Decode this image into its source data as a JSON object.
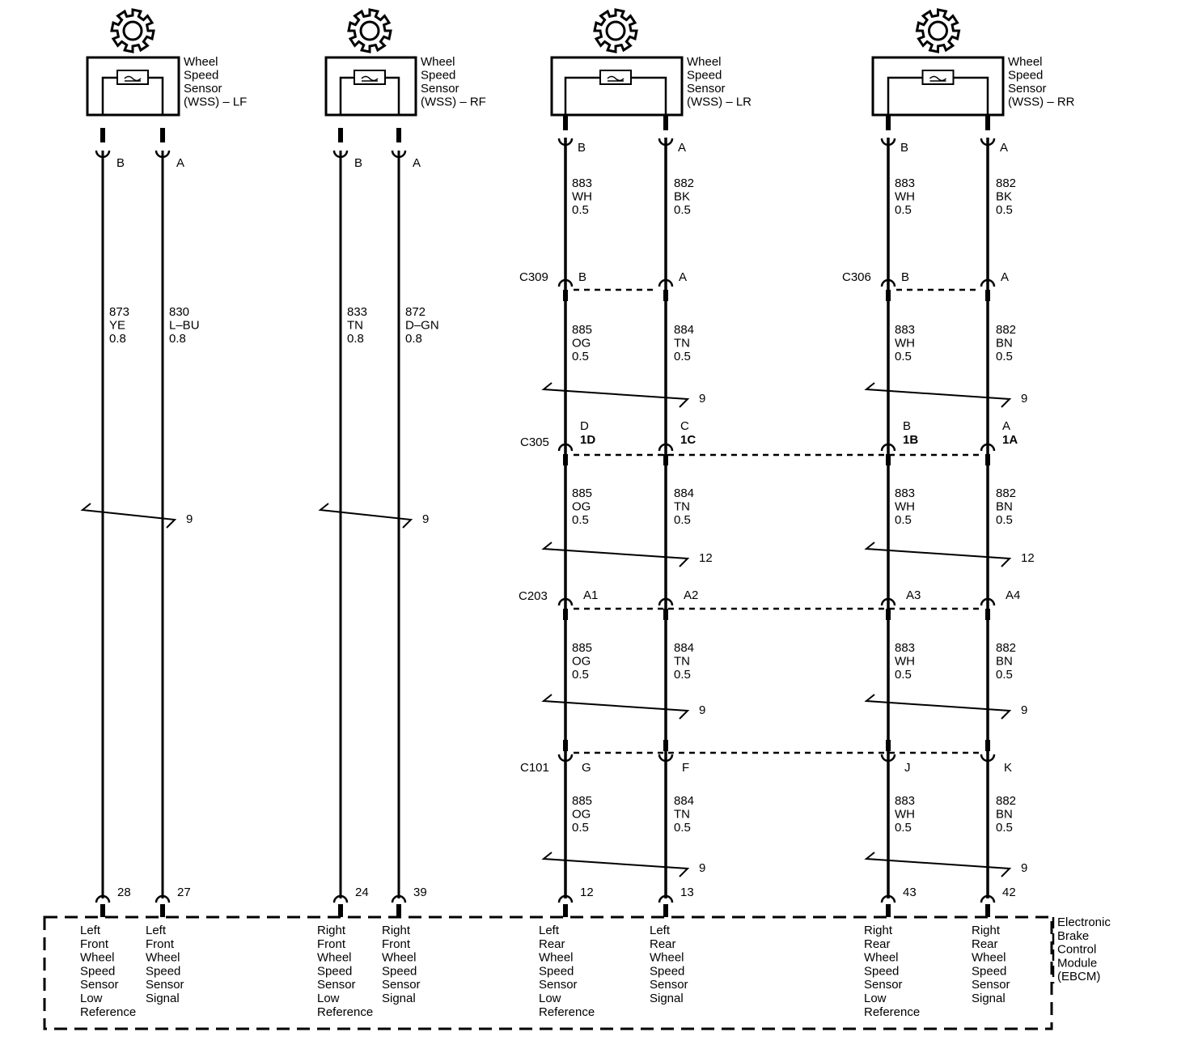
{
  "sensors": [
    {
      "id": "lf",
      "lines": [
        "Wheel",
        "Speed",
        "Sensor",
        "(WSS) – LF"
      ]
    },
    {
      "id": "rf",
      "lines": [
        "Wheel",
        "Speed",
        "Sensor",
        "(WSS) – RF"
      ]
    },
    {
      "id": "lr",
      "lines": [
        "Wheel",
        "Speed",
        "Sensor",
        "(WSS) – LR"
      ]
    },
    {
      "id": "rr",
      "lines": [
        "Wheel",
        "Speed",
        "Sensor",
        "(WSS) – RR"
      ]
    }
  ],
  "sensor_pins": {
    "lf": [
      "B",
      "A"
    ],
    "rf": [
      "B",
      "A"
    ],
    "lr": [
      "B",
      "A"
    ],
    "rr": [
      "B",
      "A"
    ]
  },
  "front_wires": {
    "lf": [
      [
        "873",
        "YE",
        "0.8"
      ],
      [
        "830",
        "L–BU",
        "0.8"
      ]
    ],
    "rf": [
      [
        "833",
        "TN",
        "0.8"
      ],
      [
        "872",
        "D–GN",
        "0.8"
      ]
    ]
  },
  "front_twist": "9",
  "connectors": {
    "c309": {
      "name": "C309",
      "pins": [
        "B",
        "A"
      ]
    },
    "c306": {
      "name": "C306",
      "pins": [
        "B",
        "A"
      ]
    },
    "c305": {
      "name": "C305",
      "pins": [
        "D",
        "C",
        "B",
        "A"
      ],
      "sub": [
        "1D",
        "1C",
        "1B",
        "1A"
      ]
    },
    "c203": {
      "name": "C203",
      "pins": [
        "A1",
        "A2",
        "A3",
        "A4"
      ]
    },
    "c101": {
      "name": "C101",
      "pins": [
        "G",
        "F",
        "J",
        "K"
      ]
    }
  },
  "rear_segments": [
    {
      "lr": [
        [
          "883",
          "WH",
          "0.5"
        ],
        [
          "882",
          "BK",
          "0.5"
        ]
      ],
      "rr": [
        [
          "883",
          "WH",
          "0.5"
        ],
        [
          "882",
          "BK",
          "0.5"
        ]
      ]
    },
    {
      "lr": [
        [
          "885",
          "OG",
          "0.5"
        ],
        [
          "884",
          "TN",
          "0.5"
        ]
      ],
      "rr": [
        [
          "883",
          "WH",
          "0.5"
        ],
        [
          "882",
          "BN",
          "0.5"
        ]
      ],
      "twist": "9"
    },
    {
      "lr": [
        [
          "885",
          "OG",
          "0.5"
        ],
        [
          "884",
          "TN",
          "0.5"
        ]
      ],
      "rr": [
        [
          "883",
          "WH",
          "0.5"
        ],
        [
          "882",
          "BN",
          "0.5"
        ]
      ],
      "twist": "12"
    },
    {
      "lr": [
        [
          "885",
          "OG",
          "0.5"
        ],
        [
          "884",
          "TN",
          "0.5"
        ]
      ],
      "rr": [
        [
          "883",
          "WH",
          "0.5"
        ],
        [
          "882",
          "BN",
          "0.5"
        ]
      ],
      "twist": "9"
    },
    {
      "lr": [
        [
          "885",
          "OG",
          "0.5"
        ],
        [
          "884",
          "TN",
          "0.5"
        ]
      ],
      "rr": [
        [
          "883",
          "WH",
          "0.5"
        ],
        [
          "882",
          "BN",
          "0.5"
        ]
      ],
      "twist": "9"
    }
  ],
  "module_pins": [
    "28",
    "27",
    "24",
    "39",
    "12",
    "13",
    "43",
    "42"
  ],
  "module_labels": [
    [
      "Left",
      "Front",
      "Wheel",
      "Speed",
      "Sensor",
      "Low",
      "Reference"
    ],
    [
      "Left",
      "Front",
      "Wheel",
      "Speed",
      "Sensor",
      "Signal"
    ],
    [
      "Right",
      "Front",
      "Wheel",
      "Speed",
      "Sensor",
      "Low",
      "Reference"
    ],
    [
      "Right",
      "Front",
      "Wheel",
      "Speed",
      "Sensor",
      "Signal"
    ],
    [
      "Left",
      "Rear",
      "Wheel",
      "Speed",
      "Sensor",
      "Low",
      "Reference"
    ],
    [
      "Left",
      "Rear",
      "Wheel",
      "Speed",
      "Sensor",
      "Signal"
    ],
    [
      "Right",
      "Rear",
      "Wheel",
      "Speed",
      "Sensor",
      "Low",
      "Reference"
    ],
    [
      "Right",
      "Rear",
      "Wheel",
      "Speed",
      "Sensor",
      "Signal"
    ]
  ],
  "module_name": [
    "Electronic",
    "Brake",
    "Control",
    "Module",
    "(EBCM)"
  ],
  "icons": {
    "sensor": "gear-icon",
    "element": "sensor-element-icon"
  },
  "colors": {
    "ink": "#000000",
    "background": "#ffffff"
  }
}
